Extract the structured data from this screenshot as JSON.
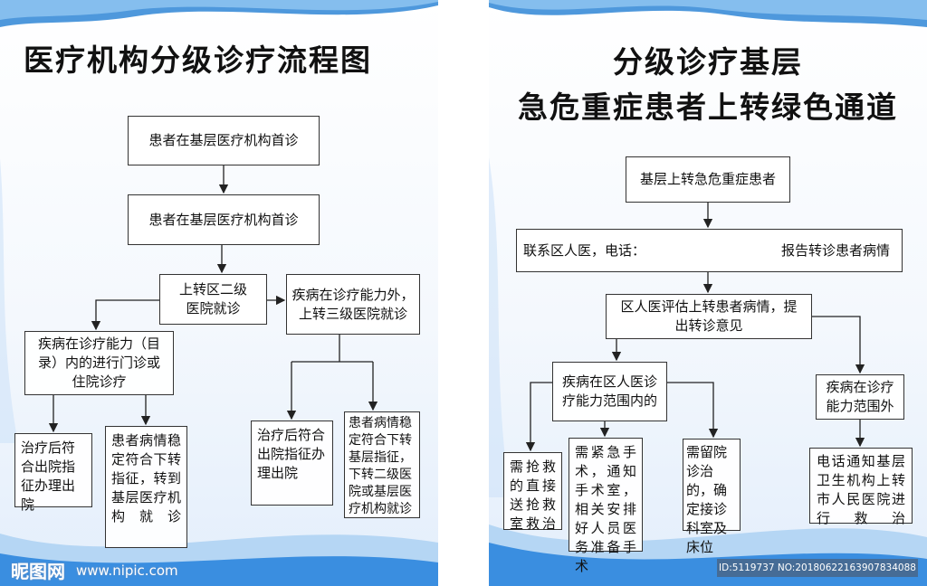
{
  "left": {
    "title": "医疗机构分级诊疗流程图",
    "box1": "患者在基层医疗机构首诊",
    "box2": "患者在基层医疗机构首诊",
    "box3": "上转区二级医院就诊",
    "box4": "疾病在诊疗能力外，上转三级医院就诊",
    "box5": "疾病在诊疗能力（目录）内的进行门诊或住院诊疗",
    "box6": "治疗后符合出院指征办理出院",
    "box7": "患者病情稳定符合下转指征，转到基层医疗机构就诊",
    "box8": "治疗后符合出院指征办理出院",
    "box9": "患者病情稳定符合下转基层指征，下转二级医院或基层医疗机构就诊"
  },
  "right": {
    "title_line1": "分级诊疗基层",
    "title_line2": "急危重症患者上转绿色通道",
    "box1": "基层上转急危重症患者",
    "box2_left": "联系区人医，电话：",
    "box2_right": "报告转诊患者病情",
    "box3": "区人医评估上转患者病情，提出转诊意见",
    "box4": "疾病在区人医诊疗能力范围内的",
    "box5": "疾病在诊疗能力范围外",
    "box6": "需抢救的直接送抢救室救治",
    "box7": "需紧急手术，通知手术室，相关安排好人员医务准备手术",
    "box8": "需留院诊治的，确定接诊科室及床位",
    "box9": "电话通知基层卫生机构上转市人民医院进行救治"
  },
  "watermark": {
    "logo": "昵图网",
    "url": "www.nipic.com",
    "id_text": "ID:5119737 NO:20180622163907834088"
  }
}
